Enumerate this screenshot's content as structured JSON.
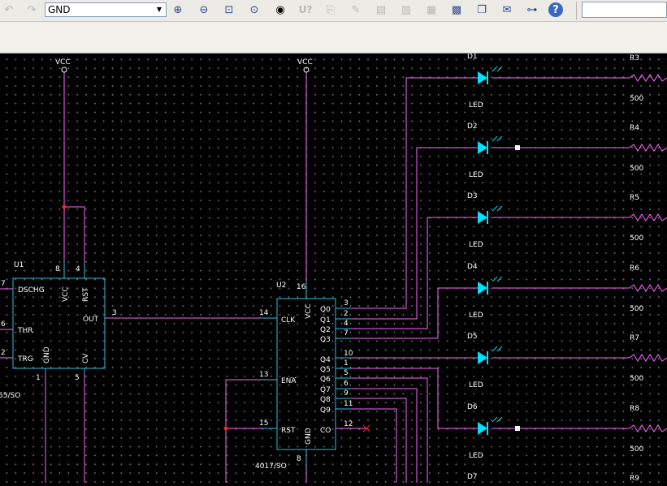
{
  "toolbar": {
    "net_selector_value": "GND",
    "buttons": [
      {
        "name": "undo-icon",
        "glyph": "↶",
        "enabled": false
      },
      {
        "name": "redo-icon",
        "glyph": "↷",
        "enabled": false
      },
      {
        "name": "zoom-in-icon",
        "glyph": "⊕",
        "enabled": true
      },
      {
        "name": "zoom-out-icon",
        "glyph": "⊖",
        "enabled": true
      },
      {
        "name": "zoom-area-icon",
        "glyph": "⊡",
        "enabled": true
      },
      {
        "name": "zoom-fit-icon",
        "glyph": "⊙",
        "enabled": true
      },
      {
        "name": "show-hide-icon",
        "glyph": "◉",
        "enabled": true
      },
      {
        "name": "unknown-help-icon",
        "glyph": "U?",
        "enabled": false
      },
      {
        "name": "component-icon",
        "glyph": "⎘",
        "enabled": false
      },
      {
        "name": "edit-icon",
        "glyph": "✎",
        "enabled": false
      },
      {
        "name": "document-icon",
        "glyph": "▤",
        "enabled": false
      },
      {
        "name": "columns-icon",
        "glyph": "▥",
        "enabled": false
      },
      {
        "name": "page-icon",
        "glyph": "▦",
        "enabled": false
      },
      {
        "name": "grid-icon",
        "glyph": "▩",
        "enabled": true
      },
      {
        "name": "copy-icon",
        "glyph": "❐",
        "enabled": true
      },
      {
        "name": "comment-icon",
        "glyph": "✉",
        "enabled": true
      },
      {
        "name": "hierarchy-icon",
        "glyph": "⊶",
        "enabled": true
      },
      {
        "name": "help-icon",
        "glyph": "?",
        "enabled": true
      }
    ]
  },
  "schematic": {
    "vcc1": "VCC",
    "vcc2": "VCC",
    "u1": {
      "ref": "U1",
      "part": "55/SO",
      "pins": {
        "dschg": "DSCHG",
        "thr": "THR",
        "trg": "TRG",
        "out": "OUT",
        "vcc": "VCC",
        "rst": "RST",
        "gnd": "GND",
        "cv": "CV"
      },
      "pin_numbers": {
        "dschg": "7",
        "thr": "6",
        "trg": "2",
        "out": "3",
        "vcc": "8",
        "rst": "4",
        "gnd": "1",
        "cv": "5"
      }
    },
    "u2": {
      "ref": "U2",
      "part": "4017/SO",
      "pins": {
        "clk": "CLK",
        "ena": "ENA",
        "rst": "RST",
        "vcc": "VCC",
        "gnd": "GND",
        "co": "CO",
        "q0": "Q0",
        "q1": "Q1",
        "q2": "Q2",
        "q3": "Q3",
        "q4": "Q4",
        "q5": "Q5",
        "q6": "Q6",
        "q7": "Q7",
        "q8": "Q8",
        "q9": "Q9"
      },
      "pin_numbers": {
        "clk": "14",
        "ena": "13",
        "rst": "15",
        "vcc": "16",
        "gnd": "8",
        "co": "12",
        "q0": "3",
        "q1": "2",
        "q2": "4",
        "q3": "7",
        "q4": "10",
        "q5": "1",
        "q6": "5",
        "q7": "6",
        "q8": "9",
        "q9": "11"
      }
    },
    "leds": [
      {
        "ref": "D1",
        "part": "LED"
      },
      {
        "ref": "D2",
        "part": "LED"
      },
      {
        "ref": "D3",
        "part": "LED"
      },
      {
        "ref": "D4",
        "part": "LED"
      },
      {
        "ref": "D5",
        "part": "LED"
      },
      {
        "ref": "D6",
        "part": "LED"
      },
      {
        "ref": "D7",
        "part": ""
      }
    ],
    "resistors": [
      {
        "ref": "R3",
        "value": "500"
      },
      {
        "ref": "R4",
        "value": "500"
      },
      {
        "ref": "R5",
        "value": "500"
      },
      {
        "ref": "R6",
        "value": "500"
      },
      {
        "ref": "R7",
        "value": "500"
      },
      {
        "ref": "R8",
        "value": "500"
      },
      {
        "ref": "R9",
        "value": ""
      }
    ],
    "colors": {
      "wire": "#ff66ff",
      "component": "#30c0e0",
      "label": "#ffffff",
      "led": "#00e0ff",
      "junction": "#ff2020"
    }
  }
}
